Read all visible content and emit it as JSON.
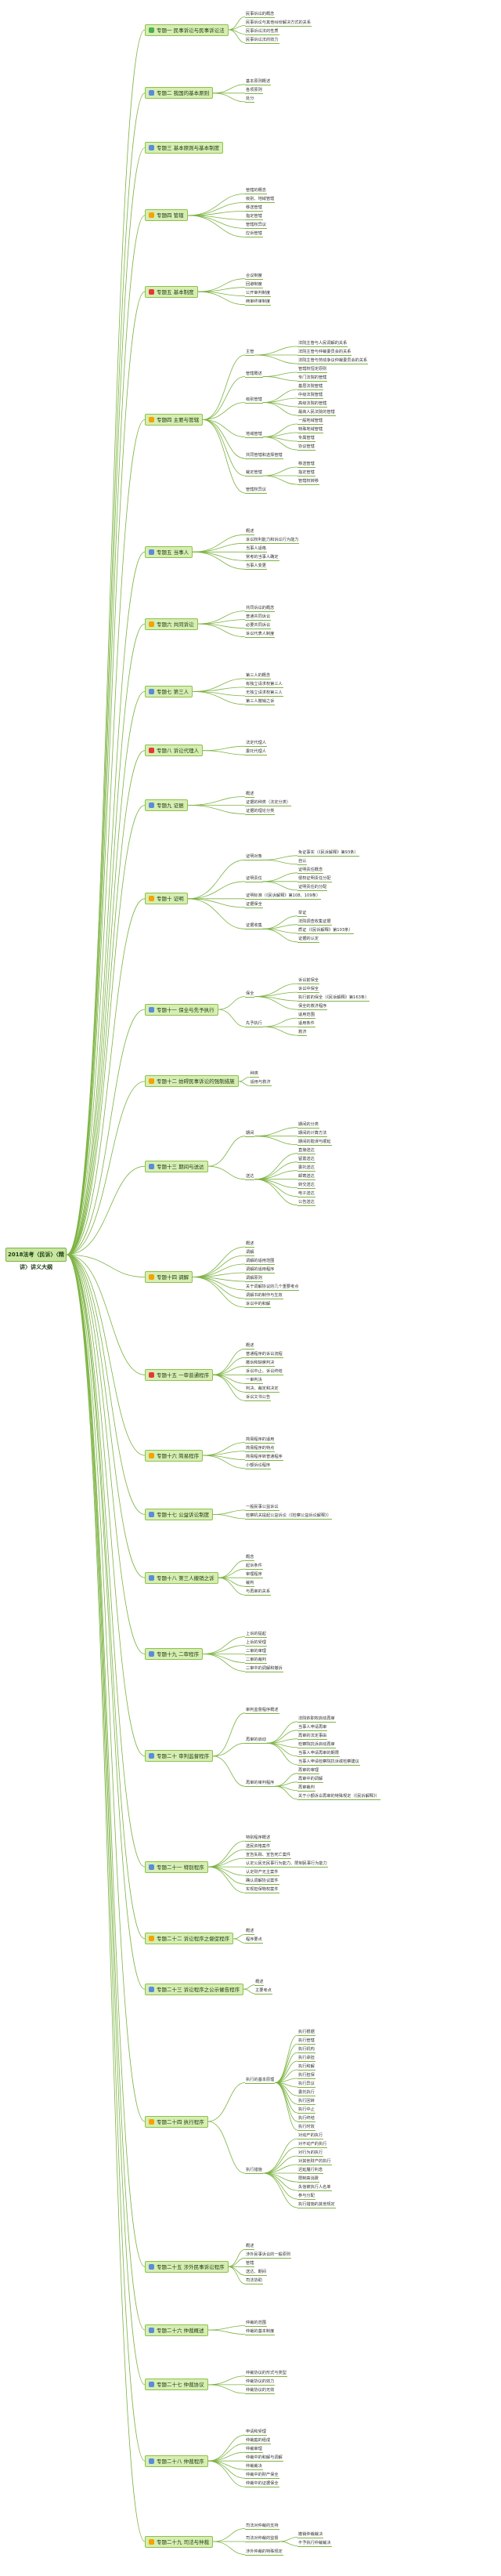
{
  "title": "2018法考〈民诉〉〈精讲〉讲义大纲",
  "chapters": [
    {
      "label": "专题一 民事诉讼与民事诉讼法",
      "icon_color": "#4caf50",
      "children": [
        {
          "t": "民事诉讼的概念"
        },
        {
          "t": "民事诉讼与其他纠纷解决方式的关系"
        },
        {
          "t": "民事诉讼法的性质"
        },
        {
          "t": "民事诉讼法的效力"
        }
      ]
    },
    {
      "label": "专题二 我国的基本原则",
      "icon_color": "#5b8bd9",
      "children": [
        {
          "t": "基本原则概述"
        },
        {
          "t": "各项原则"
        },
        {
          "t": "处分"
        }
      ]
    },
    {
      "label": "专题三 基本原则与基本制度",
      "icon_color": "#5b8bd9",
      "children": []
    },
    {
      "label": "专题四 管辖",
      "icon_color": "#f4a300",
      "children": [
        {
          "t": "管辖的概念"
        },
        {
          "t": "级别、地域管辖"
        },
        {
          "t": "移送管辖"
        },
        {
          "t": "指定管辖"
        },
        {
          "t": "管辖权异议"
        },
        {
          "t": "应诉管辖"
        }
      ]
    },
    {
      "label": "专题五 基本制度",
      "icon_color": "#e53935",
      "children": [
        {
          "t": "合议制度"
        },
        {
          "t": "回避制度"
        },
        {
          "t": "公开审判制度"
        },
        {
          "t": "两审终审制度"
        }
      ]
    },
    {
      "label": "专题四 主要与管辖",
      "icon_color": "#f4a300",
      "children": [
        {
          "t": "主管",
          "children": [
            {
              "t": "法院主管与人民调解的关系"
            },
            {
              "t": "法院主管与仲裁委员会的关系"
            },
            {
              "t": "法院主管与劳动争议仲裁委员会的关系"
            }
          ]
        },
        {
          "t": "管辖概述",
          "children": [
            {
              "t": "管辖权恒定原则"
            },
            {
              "t": "专门法院的管辖"
            }
          ]
        },
        {
          "t": "级别管辖",
          "children": [
            {
              "t": "基层法院管辖"
            },
            {
              "t": "中级法院管辖"
            },
            {
              "t": "高级法院的管辖"
            },
            {
              "t": "最高人民法院的管辖"
            }
          ]
        },
        {
          "t": "地域管辖",
          "children": [
            {
              "t": "一般地域管辖"
            },
            {
              "t": "特殊地域管辖"
            },
            {
              "t": "专属管辖"
            },
            {
              "t": "协议管辖"
            }
          ]
        },
        {
          "t": "共同管辖和选择管辖"
        },
        {
          "t": "裁定管辖",
          "children": [
            {
              "t": "移送管辖"
            },
            {
              "t": "指定管辖"
            },
            {
              "t": "管辖权转移"
            }
          ]
        },
        {
          "t": "管辖权异议"
        }
      ]
    },
    {
      "label": "专题五 当事人",
      "icon_color": "#5b8bd9",
      "children": [
        {
          "t": "概述"
        },
        {
          "t": "诉讼权利能力和诉讼行为能力"
        },
        {
          "t": "当事人适格"
        },
        {
          "t": "常考的当事人确定"
        },
        {
          "t": "当事人变更"
        }
      ]
    },
    {
      "label": "专题六 共同诉讼",
      "icon_color": "#f4a300",
      "children": [
        {
          "t": "共同诉讼的概念"
        },
        {
          "t": "普通共同诉讼"
        },
        {
          "t": "必要共同诉讼"
        },
        {
          "t": "诉讼代表人制度"
        }
      ]
    },
    {
      "label": "专题七 第三人",
      "icon_color": "#5b8bd9",
      "children": [
        {
          "t": "第三人的概念"
        },
        {
          "t": "有独立请求权第三人"
        },
        {
          "t": "无独立请求权第三人"
        },
        {
          "t": "第三人撤销之诉"
        }
      ]
    },
    {
      "label": "专题八 诉讼代理人",
      "icon_color": "#e53935",
      "children": [
        {
          "t": "法定代理人"
        },
        {
          "t": "委托代理人"
        }
      ]
    },
    {
      "label": "专题九 证据",
      "icon_color": "#5b8bd9",
      "children": [
        {
          "t": "概述"
        },
        {
          "t": "证据的种类（法定分类）"
        },
        {
          "t": "证据的理论分类"
        }
      ]
    },
    {
      "label": "专题十 证明",
      "icon_color": "#f4a300",
      "children": [
        {
          "t": "证明对象",
          "children": [
            {
              "t": "免证事实（《民诉解释》第93条）"
            },
            {
              "t": "自认"
            }
          ]
        },
        {
          "t": "证明责任",
          "children": [
            {
              "t": "证明责任概念"
            },
            {
              "t": "侵权证明责任分配"
            },
            {
              "t": "证明责任的分配"
            }
          ]
        },
        {
          "t": "证明标准（《民诉解释》第108、109条）"
        },
        {
          "t": "证据保全"
        },
        {
          "t": "证据收集",
          "children": [
            {
              "t": "举证"
            },
            {
              "t": "法院调查收集证据"
            },
            {
              "t": "质证（《民诉解释》第103条）"
            },
            {
              "t": "证据的认定"
            }
          ]
        }
      ]
    },
    {
      "label": "专题十一 保全与先予执行",
      "icon_color": "#5b8bd9",
      "children": [
        {
          "t": "保全",
          "children": [
            {
              "t": "诉讼前保全"
            },
            {
              "t": "诉讼中保全"
            },
            {
              "t": "执行前的保全（《民诉解释》第163条）"
            },
            {
              "t": "保全的救济程序"
            }
          ]
        },
        {
          "t": "先予执行",
          "children": [
            {
              "t": "适用范围"
            },
            {
              "t": "适用条件"
            },
            {
              "t": "救济"
            }
          ]
        }
      ]
    },
    {
      "label": "专题十二 妨碍民事诉讼的强制措施",
      "icon_color": "#f4a300",
      "children": [
        {
          "t": "种类"
        },
        {
          "t": "适用与救济"
        }
      ]
    },
    {
      "label": "专题十三 期间与送达",
      "icon_color": "#5b8bd9",
      "children": [
        {
          "t": "期间",
          "children": [
            {
              "t": "期间的分类"
            },
            {
              "t": "期间的计算方法"
            },
            {
              "t": "期间的耽误与顺延"
            }
          ]
        },
        {
          "t": "送达",
          "children": [
            {
              "t": "直接送达"
            },
            {
              "t": "留置送达"
            },
            {
              "t": "委托送达"
            },
            {
              "t": "邮寄送达"
            },
            {
              "t": "转交送达"
            },
            {
              "t": "电子送达"
            },
            {
              "t": "公告送达"
            }
          ]
        }
      ]
    },
    {
      "label": "专题十四 调解",
      "icon_color": "#f4a300",
      "children": [
        {
          "t": "概述"
        },
        {
          "t": "调解"
        },
        {
          "t": "调解的适用范围"
        },
        {
          "t": "调解的适用程序"
        },
        {
          "t": "调解原则"
        },
        {
          "t": "关于调解协议的几个重要考点"
        },
        {
          "t": "调解书的制作与生效"
        },
        {
          "t": "诉讼中的和解"
        }
      ]
    },
    {
      "label": "专题十五 一审普通程序",
      "icon_color": "#e53935",
      "children": [
        {
          "t": "概述"
        },
        {
          "t": "普通程序的诉讼流程"
        },
        {
          "t": "撤诉和缺席判决"
        },
        {
          "t": "诉讼中止、诉讼终结"
        },
        {
          "t": "一审判决"
        },
        {
          "t": "判决、裁定和决定"
        },
        {
          "t": "诉讼文书公告"
        }
      ]
    },
    {
      "label": "专题十六 简易程序",
      "icon_color": "#f4a300",
      "children": [
        {
          "t": "简易程序的适用"
        },
        {
          "t": "简易程序的特点"
        },
        {
          "t": "简易程序转普通程序"
        },
        {
          "t": "小额诉讼程序"
        }
      ]
    },
    {
      "label": "专题十七 公益诉讼制度",
      "icon_color": "#5b8bd9",
      "children": [
        {
          "t": "一般民事公益诉讼"
        },
        {
          "t": "检察机关提起公益诉讼（《检察公益诉讼解释》）"
        }
      ]
    },
    {
      "label": "专题十八 第三人撤销之诉",
      "icon_color": "#5b8bd9",
      "children": [
        {
          "t": "概念"
        },
        {
          "t": "起诉条件"
        },
        {
          "t": "审理程序"
        },
        {
          "t": "裁判"
        },
        {
          "t": "与再审的关系"
        }
      ]
    },
    {
      "label": "专题十九 二审程序",
      "icon_color": "#5b8bd9",
      "children": [
        {
          "t": "上诉的提起"
        },
        {
          "t": "上诉的受理"
        },
        {
          "t": "二审的审理"
        },
        {
          "t": "二审的裁判"
        },
        {
          "t": "二审中的调解和撤诉"
        }
      ]
    },
    {
      "label": "专题二十 审判监督程序",
      "icon_color": "#5b8bd9",
      "children": [
        {
          "t": "审判监督程序概述"
        },
        {
          "t": "再审的启动",
          "children": [
            {
              "t": "法院依职权启动再审"
            },
            {
              "t": "当事人申请再审"
            },
            {
              "t": "再审的法定事由"
            },
            {
              "t": "检察院抗诉启动再审"
            },
            {
              "t": "当事人申请再审的期限"
            },
            {
              "t": "当事人申请检察院抗诉或检察建议"
            }
          ]
        },
        {
          "t": "再审的审判程序",
          "children": [
            {
              "t": "再审的审理"
            },
            {
              "t": "再审中的调解"
            },
            {
              "t": "再审裁判"
            },
            {
              "t": "关于小额诉讼再审的特殊规定（《民诉解释》）"
            }
          ]
        }
      ]
    },
    {
      "label": "专题二十一 特别程序",
      "icon_color": "#5b8bd9",
      "children": [
        {
          "t": "特别程序概述"
        },
        {
          "t": "选民资格案件"
        },
        {
          "t": "宣告失踪、宣告死亡案件"
        },
        {
          "t": "认定公民无民事行为能力、限制民事行为能力"
        },
        {
          "t": "认定财产无主案件"
        },
        {
          "t": "确认调解协议案件"
        },
        {
          "t": "实现担保物权案件"
        }
      ]
    },
    {
      "label": "专题二十二 诉讼程序之督促程序",
      "icon_color": "#f4a300",
      "children": [
        {
          "t": "概述"
        },
        {
          "t": "程序要点"
        }
      ]
    },
    {
      "label": "专题二十三 诉讼程序之公示催告程序",
      "icon_color": "#5b8bd9",
      "children": [
        {
          "t": "概述"
        },
        {
          "t": "主要考点"
        }
      ]
    },
    {
      "label": "专题二十四 执行程序",
      "icon_color": "#f4a300",
      "children": [
        {
          "t": "执行的基本原理",
          "children": [
            {
              "t": "执行根据"
            },
            {
              "t": "执行管辖"
            },
            {
              "t": "执行机构"
            },
            {
              "t": "执行承担"
            },
            {
              "t": "执行和解"
            },
            {
              "t": "执行担保"
            },
            {
              "t": "执行异议"
            },
            {
              "t": "委托执行"
            },
            {
              "t": "执行回转"
            },
            {
              "t": "执行中止"
            },
            {
              "t": "执行终结"
            },
            {
              "t": "执行时效"
            }
          ]
        },
        {
          "t": "执行措施",
          "children": [
            {
              "t": "对动产的执行"
            },
            {
              "t": "对不动产的执行"
            },
            {
              "t": "对行为的执行"
            },
            {
              "t": "对其他财产的执行"
            },
            {
              "t": "迟延履行利息"
            },
            {
              "t": "限制高消费"
            },
            {
              "t": "失信被执行人名单"
            },
            {
              "t": "参与分配"
            },
            {
              "t": "执行措施的其他规定"
            }
          ]
        }
      ]
    },
    {
      "label": "专题二十五 涉外民事诉讼程序",
      "icon_color": "#5b8bd9",
      "children": [
        {
          "t": "概述"
        },
        {
          "t": "涉外民事诉讼的一般原则"
        },
        {
          "t": "管辖"
        },
        {
          "t": "送达、期间"
        },
        {
          "t": "司法协助"
        }
      ]
    },
    {
      "label": "专题二十六 仲裁概述",
      "icon_color": "#5b8bd9",
      "children": [
        {
          "t": "仲裁的范围"
        },
        {
          "t": "仲裁的基本制度"
        }
      ]
    },
    {
      "label": "专题二十七 仲裁协议",
      "icon_color": "#5b8bd9",
      "children": [
        {
          "t": "仲裁协议的形式与类型"
        },
        {
          "t": "仲裁协议的效力"
        },
        {
          "t": "仲裁协议的无效"
        }
      ]
    },
    {
      "label": "专题二十八 仲裁程序",
      "icon_color": "#5b8bd9",
      "children": [
        {
          "t": "申请和受理"
        },
        {
          "t": "仲裁庭的组成"
        },
        {
          "t": "仲裁审理"
        },
        {
          "t": "仲裁中的和解与调解"
        },
        {
          "t": "仲裁裁决"
        },
        {
          "t": "仲裁中的财产保全"
        },
        {
          "t": "仲裁中的证据保全"
        }
      ]
    },
    {
      "label": "专题二十九 司法与仲裁",
      "icon_color": "#f4a300",
      "children": [
        {
          "t": "司法对仲裁的支持"
        },
        {
          "t": "司法对仲裁的监督",
          "children": [
            {
              "t": "撤销仲裁裁决"
            },
            {
              "t": "不予执行仲裁裁决"
            }
          ]
        },
        {
          "t": "涉外仲裁的特殊规定"
        }
      ]
    }
  ]
}
